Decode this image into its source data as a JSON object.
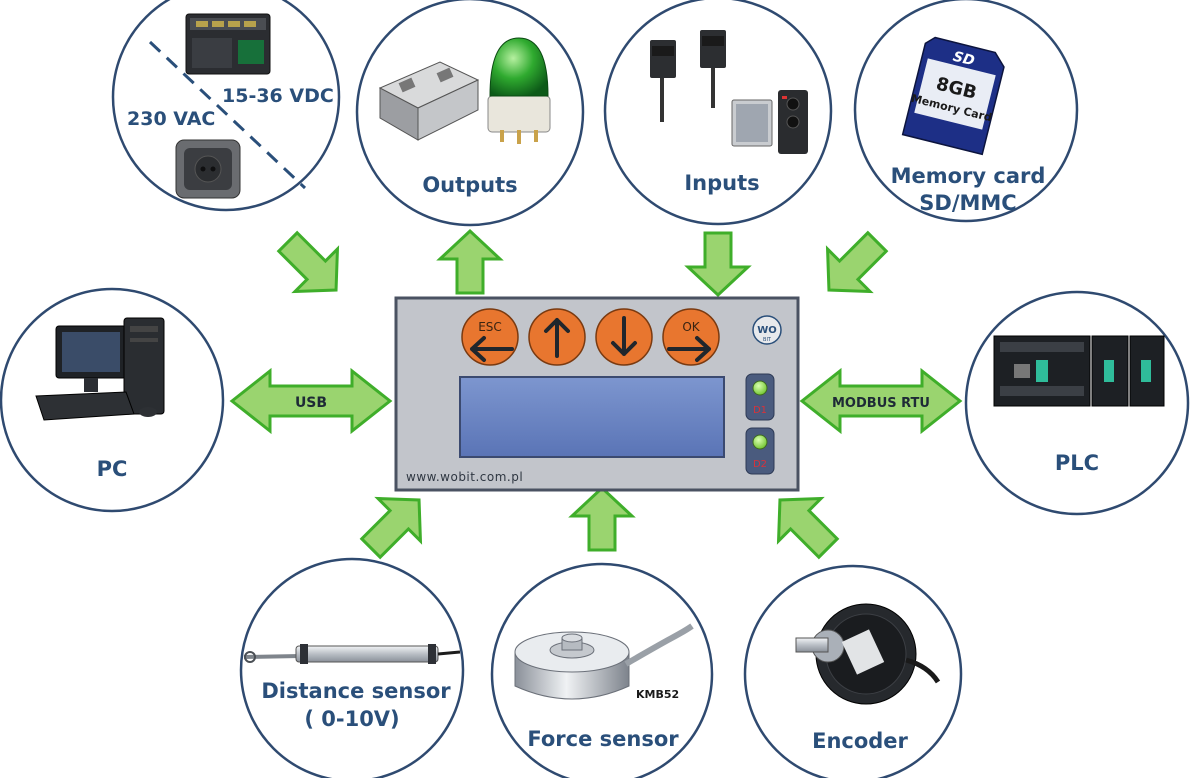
{
  "nodes": {
    "power": {
      "label_dc": "15-36 VDC",
      "label_ac": "230 VAC"
    },
    "outputs": {
      "label": "Outputs"
    },
    "inputs": {
      "label": "Inputs"
    },
    "memory_card": {
      "label_line1": "Memory card",
      "label_line2": "SD/MMC",
      "card_size": "8GB",
      "card_text": "Memory Card",
      "card_logo": "SD"
    },
    "pc": {
      "label": "PC"
    },
    "plc": {
      "label": "PLC"
    },
    "distance_sensor": {
      "label_line1": "Distance sensor",
      "label_line2": "( 0-10V)"
    },
    "force_sensor": {
      "label": "Force sensor",
      "model": "KMB52"
    },
    "encoder": {
      "label": "Encoder"
    }
  },
  "links": {
    "usb": "USB",
    "modbus": "MODBUS RTU"
  },
  "device": {
    "buttons": [
      {
        "caption": "ESC",
        "glyph": "arrow-left-icon"
      },
      {
        "caption": "",
        "glyph": "arrow-up-icon"
      },
      {
        "caption": "",
        "glyph": "arrow-down-icon"
      },
      {
        "caption": "OK",
        "glyph": "arrow-right-icon"
      }
    ],
    "logo": "WO",
    "logo_sub": "BIT",
    "leds": [
      "D1",
      "D2"
    ],
    "url": "www.wobit.com.pl"
  },
  "colors": {
    "label": "#2a4f7a",
    "arrow_fill": "#9ad46f",
    "arrow_stroke": "#3fae2a",
    "device_panel": "#c2c5cb",
    "display": "#6a86c4",
    "button": "#e8762f",
    "led": "#8bd44a",
    "led_label": "#d8323a"
  }
}
